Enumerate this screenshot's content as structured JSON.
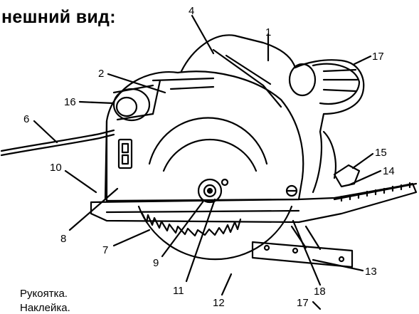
{
  "title": "нешний вид:",
  "legend_items": [
    "Рукоятка.",
    "Наклейка."
  ],
  "callouts": [
    "1",
    "2",
    "4",
    "6",
    "7",
    "8",
    "9",
    "10",
    "11",
    "12",
    "13",
    "14",
    "15",
    "16",
    "17",
    "18",
    "17"
  ]
}
